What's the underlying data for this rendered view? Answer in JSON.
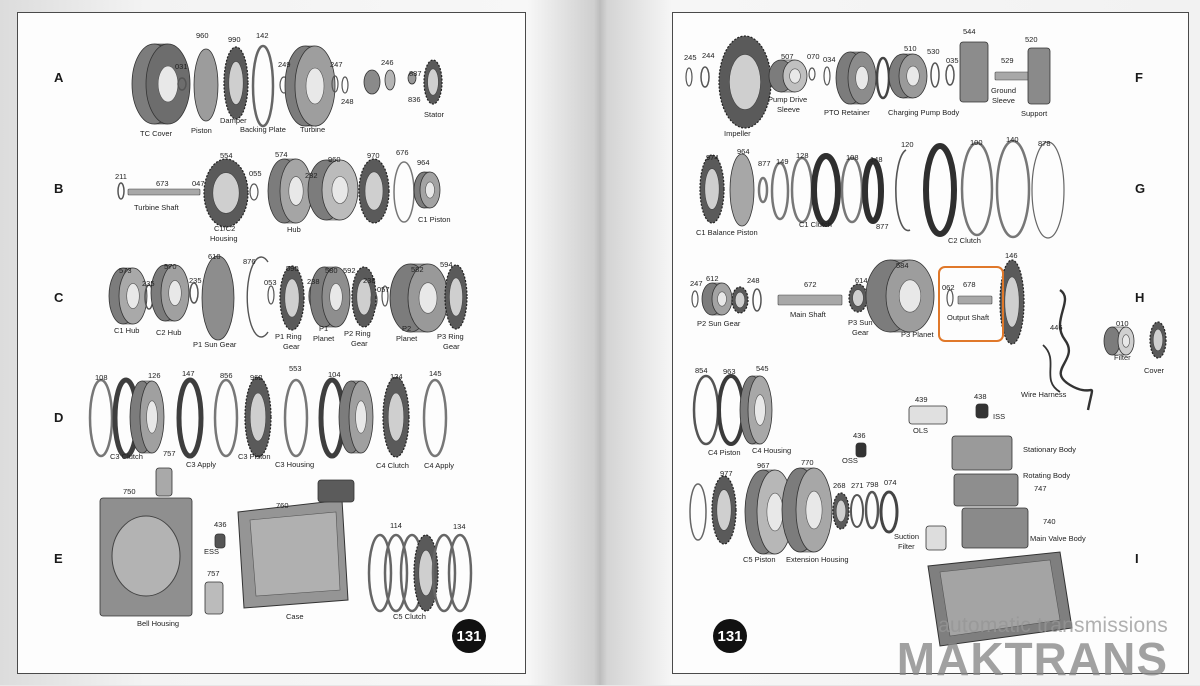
{
  "pages": {
    "left_page_number": "131",
    "right_page_number": "131"
  },
  "watermark": {
    "line1": "automatic transmissions",
    "line2": "MAKTRANS"
  },
  "rows": {
    "A": "A",
    "B": "B",
    "C": "C",
    "D": "D",
    "E": "E",
    "F": "F",
    "G": "G",
    "H": "H",
    "I": "I"
  },
  "left": {
    "A": {
      "numbers": [
        "960",
        "990",
        "142",
        "031",
        "249",
        "247",
        "248",
        "246",
        "837",
        "836"
      ],
      "labels": [
        "TC Cover",
        "Piston",
        "Damper",
        "Backing Plate",
        "Turbine",
        "Stator"
      ]
    },
    "B": {
      "numbers": [
        "211",
        "673",
        "047",
        "554",
        "055",
        "574",
        "232",
        "960",
        "970",
        "676",
        "964"
      ],
      "labels": [
        "Turbine Shaft",
        "C1/C2",
        "Housing",
        "Hub",
        "C1 Piston"
      ]
    },
    "C": {
      "numbers": [
        "573",
        "235",
        "570",
        "235",
        "610",
        "876",
        "053",
        "590",
        "238",
        "580",
        "592",
        "238",
        "057",
        "582",
        "594"
      ],
      "labels": [
        "C1 Hub",
        "C2 Hub",
        "P1 Sun Gear",
        "P1 Ring",
        "Gear",
        "P1",
        "Planet",
        "P2 Ring",
        "Gear",
        "P2",
        "Planet",
        "P3 Ring",
        "Gear"
      ]
    },
    "D": {
      "numbers": [
        "108",
        "126",
        "147",
        "856",
        "962",
        "553",
        "104",
        "124",
        "145",
        "757"
      ],
      "labels": [
        "C3 Clutch",
        "C3 Apply",
        "C3 Piston",
        "C3 Housing",
        "C4 Clutch",
        "C4 Apply"
      ]
    },
    "E": {
      "numbers": [
        "750",
        "436",
        "757",
        "760",
        "114",
        "134"
      ],
      "labels": [
        "ESS",
        "Bell Housing",
        "Case",
        "C5 Clutch"
      ]
    }
  },
  "right": {
    "F": {
      "numbers": [
        "245",
        "244",
        "507",
        "070",
        "034",
        "510",
        "530",
        "035",
        "544",
        "529",
        "520"
      ],
      "labels": [
        "Impeller",
        "Pump Drive",
        "Sleeve",
        "PTO Retainer",
        "Charging Pump Body",
        "Ground",
        "Sleeve",
        "Support"
      ]
    },
    "G": {
      "numbers": [
        "974",
        "964",
        "877",
        "149",
        "128",
        "108",
        "148",
        "120",
        "100",
        "140",
        "878",
        "877"
      ],
      "labels": [
        "C1 Balance Piston",
        "C1 Clutch",
        "C2 Clutch"
      ]
    },
    "H": {
      "numbers": [
        "247",
        "612",
        "248",
        "672",
        "614",
        "584",
        "062",
        "678",
        "146",
        "446",
        "010"
      ],
      "labels": [
        "P2 Sun Gear",
        "Main Shaft",
        "P3 Sun",
        "Gear",
        "P3 Planet",
        "Output Shaft",
        "Filter",
        "Cover",
        "Wire Harness"
      ]
    },
    "I": {
      "numbers": [
        "854",
        "963",
        "545",
        "439",
        "438",
        "436",
        "977",
        "967",
        "770",
        "268",
        "271",
        "798",
        "074",
        "747",
        "740"
      ],
      "labels": [
        "C4 Piston",
        "C4 Housing",
        "OLS",
        "ISS",
        "OSS",
        "Stationary Body",
        "Rotating Body",
        "C5 Piston",
        "Extension Housing",
        "Suction",
        "Filter",
        "Main Valve Body"
      ]
    }
  },
  "colors": {
    "highlight": "#e0782a",
    "badge": "#111111",
    "frame": "#4a4a4a"
  }
}
